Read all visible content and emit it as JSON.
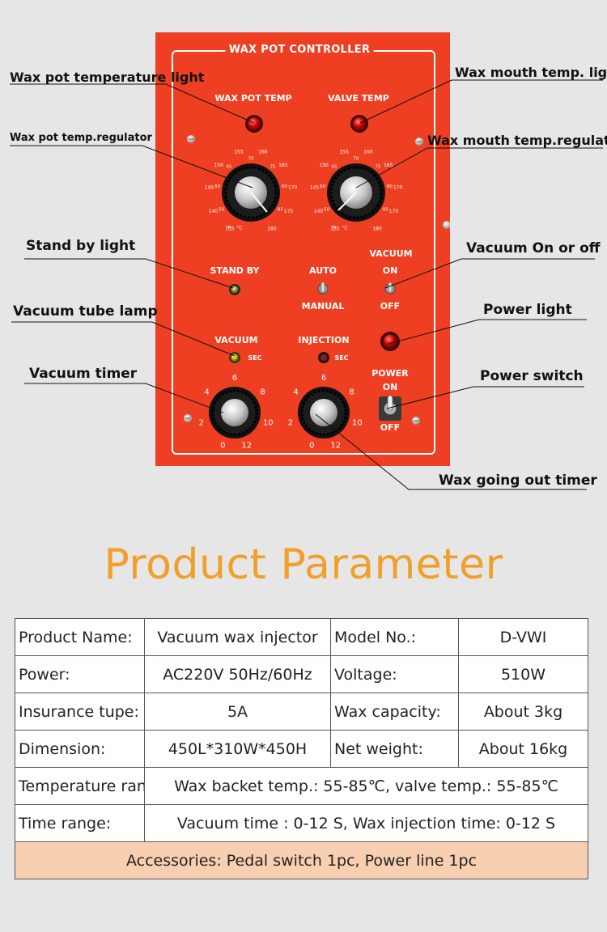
{
  "panel": {
    "title": "WAX POT CONTROLLER",
    "wax_pot_temp": "WAX POT TEMP",
    "valve_temp": "VALVE TEMP",
    "stand_by": "STAND BY",
    "auto": "AUTO",
    "manual": "MANUAL",
    "vacuum": "VACUUM",
    "on": "ON",
    "off": "OFF",
    "vacuum_timer": "VACUUM",
    "injection": "INJECTION",
    "sec": "SEC",
    "power": "POWER",
    "temp_scale": [
      "135",
      "140",
      "145",
      "150",
      "155",
      "160",
      "165",
      "170",
      "175",
      "180"
    ],
    "temp_scale_inner": [
      "50",
      "60",
      "65",
      "70",
      "75",
      "80",
      "85"
    ],
    "unit_f": "°F",
    "unit_c": "°C",
    "timer_scale": [
      "0",
      "2",
      "4",
      "6",
      "8",
      "10",
      "12"
    ]
  },
  "annotations": {
    "wax_pot_temperature_light": "Wax pot temperature light",
    "wax_mouth_temp_light": "Wax mouth temp. light",
    "wax_pot_temp_regulator": "Wax pot temp.regulator",
    "wax_mouth_temp_regulator": "Wax mouth temp.regulator",
    "stand_by_light": "Stand by light",
    "vacuum_on_or_off": "Vacuum On or off",
    "vacuum_tube_lamp": "Vacuum tube lamp",
    "power_light": "Power light",
    "vacuum_timer": "Vacuum timer",
    "power_switch": "Power switch",
    "wax_going_out_timer": "Wax going out timer"
  },
  "heading": "Product Parameter",
  "table": {
    "rows": [
      [
        "Product Name:",
        "Vacuum wax injector",
        "Model No.:",
        "D-VWI"
      ],
      [
        "Power:",
        "AC220V 50Hz/60Hz",
        "Voltage:",
        "510W"
      ],
      [
        "Insurance tupe:",
        "5A",
        "Wax capacity:",
        "About 3kg"
      ],
      [
        "Dimension:",
        "450L*310W*450H",
        "Net weight:",
        "About 16kg"
      ]
    ],
    "temperature_range_label": "Temperature range",
    "temperature_range_value": "Wax backet temp.: 55-85℃, valve temp.: 55-85℃",
    "time_range_label": "Time range:",
    "time_range_value": "Vacuum time : 0-12 S, Wax injection time: 0-12 S",
    "accessories": "Accessories: Pedal switch 1pc, Power line 1pc"
  },
  "colors": {
    "panel_red": "#ee3f22",
    "heading_orange": "#f0a02a",
    "accessory_row": "#f9cfb2",
    "indicator_red": "#d40000",
    "indicator_amber": "#c8b400"
  }
}
